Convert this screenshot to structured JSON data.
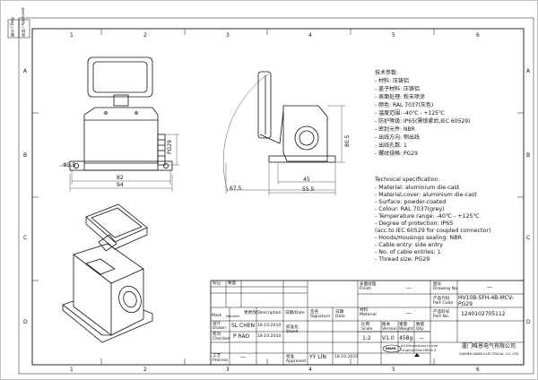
{
  "colors": {
    "line": "#111111",
    "dim": "#444444",
    "background": "#ffffff"
  },
  "grid": {
    "top": [
      "1",
      "2",
      "3",
      "4",
      "5",
      "6"
    ],
    "bottom": [
      "1",
      "2",
      "3",
      "4",
      "5",
      "6"
    ],
    "left": [
      "A",
      "B",
      "C",
      "D"
    ],
    "right": [
      "A",
      "B",
      "C",
      "D"
    ]
  },
  "revision_strip": {
    "col1": "图号 / Dwg",
    "col2": "审核 / Approved"
  },
  "dims": {
    "d1": "Φ5.5",
    "d2": "82",
    "d3": "94",
    "d4": "PG29",
    "d5": "67.5",
    "d6": "45",
    "d7": "55.5",
    "d8": "80.5"
  },
  "spec_cn": {
    "title": "技术参数:",
    "lines": [
      "- 材料: 压铸铝",
      "- 盖子材料: 压铸铝",
      "- 表面处理: 粉末喷涂",
      "- 颜色: RAL 7037(灰色)",
      "- 温度范围: -40℃ - +125℃",
      "- 防护等级: IP65(需锁紧后,IEC 60529)",
      "- 密封元件: NBR",
      "- 出线方向: 侧出线",
      "- 出线孔数: 1",
      "- 螺纹规格: PG29"
    ]
  },
  "spec_en": {
    "title": "Technical specification:",
    "lines": [
      "- Material: aluminium die-cast",
      "- Material,cover: aluminium die-cast",
      "- Surface: powder-coated",
      "- Colour: RAL 7037(grey)",
      "- Temperature range: -40℃ - +125℃",
      "- Degree of protection: IP65",
      "  (acc.to IEC 60529 for coupled connector)",
      "- Hoods/Housings sealing: NBR",
      "- Cable entry: side entry",
      "- No. of cable entries: 1",
      "- Thread size: PG29"
    ]
  },
  "title_block": {
    "mark_cn": "标记",
    "mark_en": "Mark",
    "qty_cn": "数量",
    "qty_en": "Number",
    "change_cn": "更更改",
    "change_en": "Description",
    "sig_cn": "签名",
    "sig_en": "Signature",
    "date_cn": "日期",
    "date_en": "Date",
    "finish_cn": "表面处理",
    "finish_en": "Finish",
    "finish_val": "—",
    "material_cn": "材料",
    "material_en": "Material",
    "material_val": "—",
    "drawn_cn": "设计",
    "drawn_en": "Drawn",
    "drawn_name": "SL CHEN",
    "drawn_date": "18.10.2010",
    "checked_cn": "校对",
    "checked_en": "Checked",
    "checked_name": "P RAO",
    "checked_date": "18.10.2010",
    "process_cn": "工艺",
    "process_en": "Process",
    "process_val": "—",
    "std_cn": "标准化",
    "std_en": "Stand",
    "appr_cn": "批准",
    "appr_en": "Approved",
    "appr_name": "YY LIN",
    "appr_date": "18.10.2010",
    "sign_cn": "签名",
    "sign_en": "Sign",
    "date2_cn": "日期",
    "date2_en": "Date",
    "scale_cn": "比例",
    "scale_en": "Scale",
    "scale_val": "1:2",
    "ver_cn": "版本",
    "ver_en": "Version",
    "ver_val": "V1.0",
    "weight_cn": "重量",
    "weight_en": "Weight",
    "weight_val": "458g",
    "qty2_cn": "数量",
    "qty2_en": "Qty.",
    "qty2_val": "—",
    "dwg_cn": "图号",
    "dwg_en": "Drawing No.",
    "dwg_val": "—",
    "pcode_cn": "产品代码",
    "pcode_en": "Part Code",
    "pcode_val": "HV10B-SFH-4B-MCV-PG29",
    "pno_cn": "产品料号",
    "pno_en": "Part No.",
    "pno_val": "1240102705112",
    "company_cn": "厦门唯恩电气有限公司",
    "company_en": "XIAMEN WAIN ELECTRICAL CO.,LTD.",
    "logo": "WAIN",
    "note1": "All Dimensions in mm",
    "note2": "Original Size DIN A 4"
  }
}
